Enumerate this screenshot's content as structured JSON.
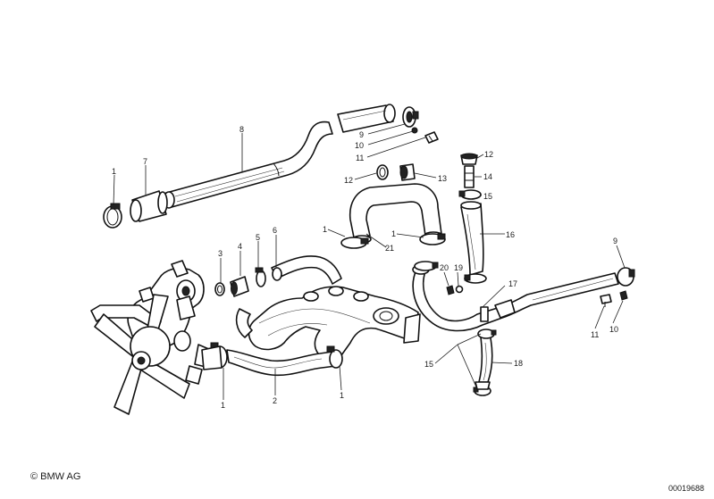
{
  "labels": {
    "n1a": "1",
    "n7": "7",
    "n8": "8",
    "n9a": "9",
    "n10a": "10",
    "n11a": "11",
    "n12a": "12",
    "n13": "13",
    "n12b": "12",
    "n14": "14",
    "n15a": "15",
    "n16": "16",
    "n1b": "1",
    "n21": "21",
    "n1c": "1",
    "n3": "3",
    "n4": "4",
    "n5": "5",
    "n6": "6",
    "n20": "20",
    "n19": "19",
    "n17": "17",
    "n9b": "9",
    "n11b": "11",
    "n10b": "10",
    "n15b": "15",
    "n18": "18",
    "n1d": "1",
    "n2": "2",
    "n1e": "1"
  },
  "footer": {
    "copyright": "© BMW AG",
    "diagram_id": "00019688"
  }
}
